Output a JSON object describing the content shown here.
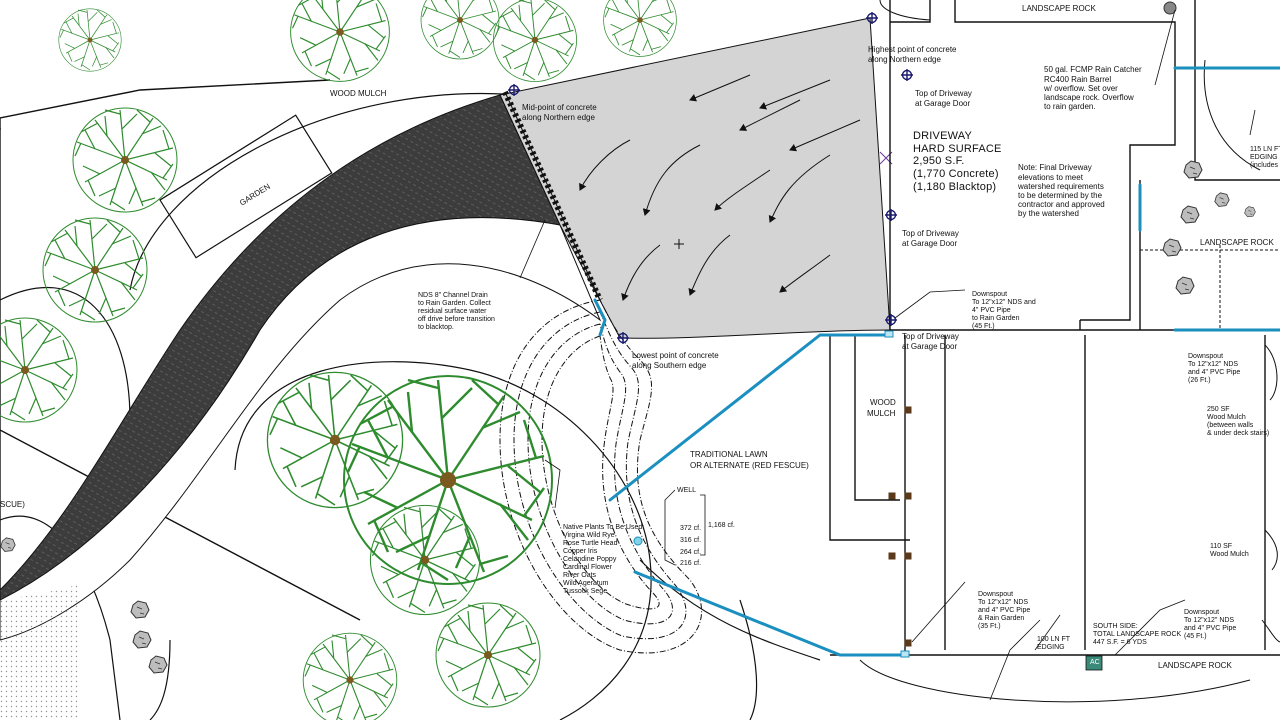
{
  "title_labels": {
    "landscape_rock_top": "LANDSCAPE ROCK",
    "landscape_rock_right": "LANDSCAPE ROCK",
    "landscape_rock_bottom": "LANDSCAPE ROCK",
    "wood_mulch_top": "WOOD MULCH",
    "wood_mulch_side_1": "WOOD",
    "wood_mulch_side_2": "MULCH",
    "garden": "GARDEN",
    "lawn_1": "TRADITIONAL LAWN",
    "lawn_2": "OR ALTERNATE (RED FESCUE)",
    "edge_left": "SCUE)"
  },
  "driveway": {
    "line1": "DRIVEWAY",
    "line2": "HARD SURFACE",
    "line3": "2,950 S.F.",
    "line4": "(1,770 Concrete)",
    "line5": "(1,180 Blacktop)"
  },
  "notes": {
    "final_driveway": [
      "Note: Final Driveway",
      "elevations to meet",
      "watershed requirements",
      "to be determined by the",
      "contractor and approved",
      "by the watershed"
    ],
    "rain_barrel": [
      "50 gal. FCMP Rain Catcher",
      "RC400 Rain Barrel",
      "w/ overflow. Set over",
      "landscape rock. Overflow",
      "to rain garden."
    ],
    "channel_drain": [
      "NDS 8\" Channel Drain",
      "to Rain Garden. Collect",
      "residual surface water",
      "off drive before transition",
      "to blacktop."
    ],
    "highest_point": [
      "Highest point of concrete",
      "along Northern edge"
    ],
    "mid_point": [
      "Mid-point of concrete",
      "along Northern edge"
    ],
    "top_drive_1": [
      "Top of Driveway",
      "at Garage Door"
    ],
    "top_drive_2": [
      "Top of Driveway",
      "at Garage Door"
    ],
    "top_drive_3": [
      "Top of Driveway",
      "at Garage Door"
    ],
    "lowest_point": [
      "Lowest point of concrete",
      "along Southern edge"
    ],
    "downspout_center": [
      "Downspout",
      "To 12\"x12\" NDS and",
      "4\" PVC Pipe",
      "to Rain Garden",
      "(45 Ft.)"
    ],
    "downspout_right_top": [
      "Downspout",
      "To 12\"x12\" NDS",
      "and 4\" PVC Pipe",
      "(26 Ft.)"
    ],
    "downspout_bottom_mid": [
      "Downspout",
      "To 12\"x12\" NDS",
      "and 4\" PVC Pipe",
      "& Rain Garden",
      "(35 Ft.)"
    ],
    "downspout_bottom_right": [
      "Downspout",
      "To 12\"x12\" NDS",
      "and 4\" PVC Pipe",
      "(45 Ft.)"
    ],
    "native_plants": [
      "Native Plants To Be Used:",
      "Virgina Wild Rye",
      "Rose Turtle Head",
      "Copper Iris",
      "Celandine Poppy",
      "Cardinal Flower",
      "River Oats",
      "Wild Ageratum",
      "Tussock Sege"
    ],
    "well": "WELL",
    "contours": [
      "372 cf.",
      "316 cf.",
      "264 cf.",
      "216 cf."
    ],
    "contour_total": "1,168 cf.",
    "wood_mulch_250": [
      "250 SF",
      "Wood Mulch",
      "(between walls",
      "& under deck stairs)"
    ],
    "wood_mulch_110": [
      "110 SF",
      "Wood Mulch"
    ],
    "edging_115": [
      "115 LN FT",
      "EDGING",
      "(includes s"
    ],
    "edging_100": [
      "100 LN FT",
      "EDGING"
    ],
    "south_side": [
      "SOUTH SIDE:",
      "TOTAL LANDSCAPE ROCK",
      "447 S.F. = 6 YDS"
    ],
    "ac": "AC"
  },
  "colors": {
    "tree": "#2e8b2e",
    "tree_center": "#7a5a1e",
    "pipe": "#1a8fc0",
    "concrete": "#d4d4d4",
    "blacktop": "#3c3c3c",
    "line": "#111111"
  },
  "icons": [
    "tree-symbol-icon",
    "rock-icon",
    "survey-point-icon",
    "post-marker-icon",
    "flow-arrow-icon"
  ]
}
